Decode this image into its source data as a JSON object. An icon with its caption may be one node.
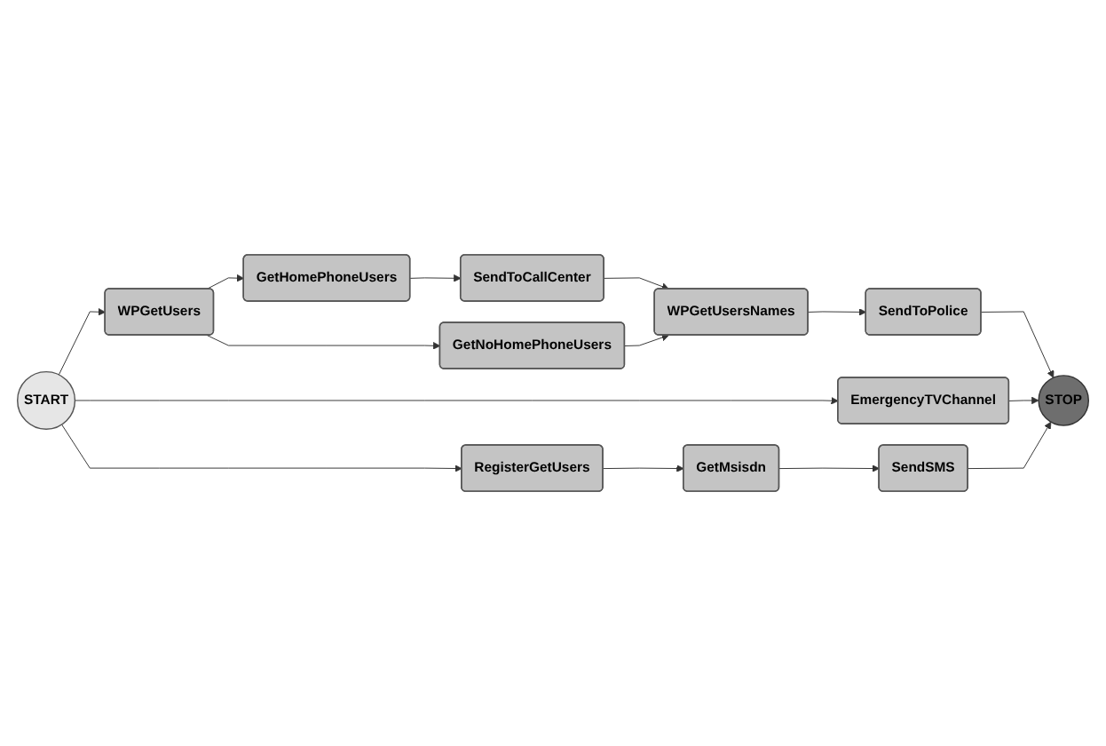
{
  "diagram": {
    "nodes": [
      {
        "text": [
          "START"
        ]
      },
      {
        "text": [
          "WPGetUsers"
        ]
      },
      {
        "text": [
          "GetHomePhoneUsers"
        ]
      },
      {
        "text": [
          "SendToCallCenter"
        ]
      },
      {
        "text": [
          "GetNoHomePhoneUsers"
        ]
      },
      {
        "text": [
          "WPGetUsersNames"
        ]
      },
      {
        "text": [
          "SendToPolice"
        ]
      },
      {
        "text": [
          "EmergencyTVChannel"
        ]
      },
      {
        "text": [
          "STOP"
        ]
      },
      {
        "text": [
          "RegisterGetUsers"
        ]
      },
      {
        "text": [
          "GetMsisdn"
        ]
      },
      {
        "text": [
          "SendSMS"
        ]
      }
    ],
    "edges": [
      {
        "from": 0,
        "to": 1,
        "arrow": "to"
      },
      {
        "from": 0,
        "to": 7,
        "arrow": "to"
      },
      {
        "from": 0,
        "to": 9,
        "arrow": "to"
      },
      {
        "from": 1,
        "to": 2,
        "arrow": "to"
      },
      {
        "from": 1,
        "to": 4,
        "arrow": "to"
      },
      {
        "from": 2,
        "to": 3,
        "arrow": "to"
      },
      {
        "from": 3,
        "to": 5,
        "arrow": "to"
      },
      {
        "from": 4,
        "to": 5,
        "arrow": "to"
      },
      {
        "from": 5,
        "to": 6,
        "arrow": "to"
      },
      {
        "from": 6,
        "to": 8,
        "arrow": "to"
      },
      {
        "from": 7,
        "to": 8,
        "arrow": "to"
      },
      {
        "from": 9,
        "to": 10,
        "arrow": "to"
      },
      {
        "from": 10,
        "to": 11,
        "arrow": "to"
      },
      {
        "from": 11,
        "to": 8,
        "arrow": "to"
      }
    ]
  }
}
